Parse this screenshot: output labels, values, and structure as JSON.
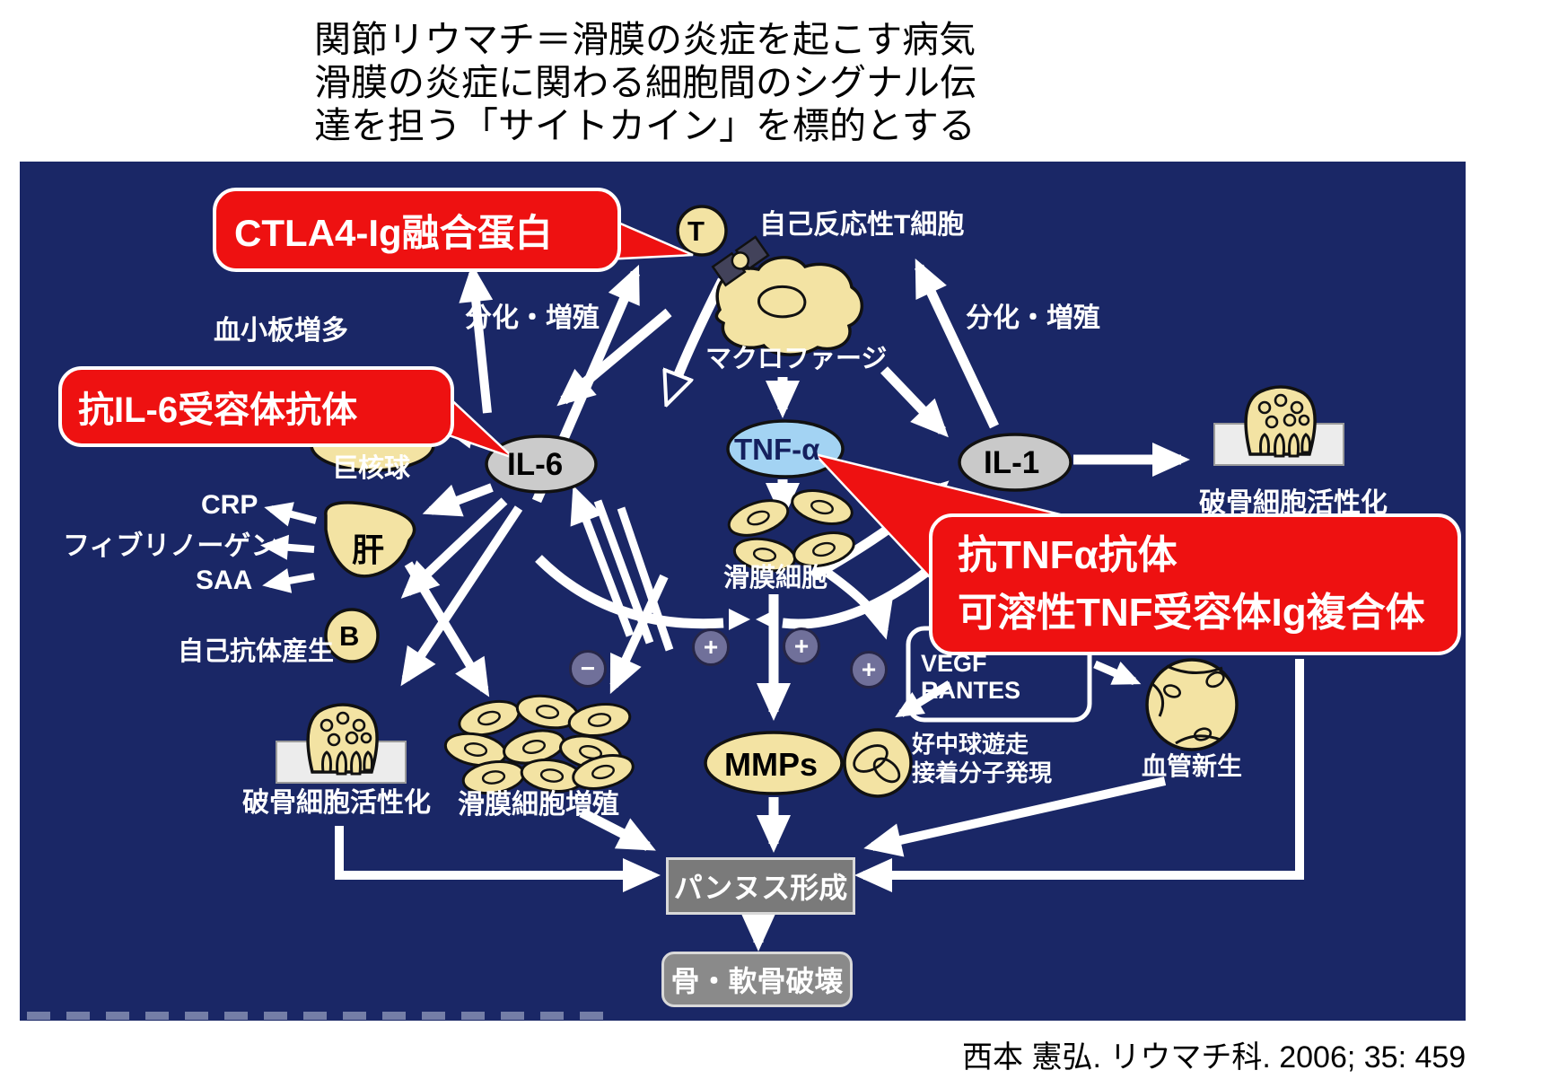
{
  "title": {
    "line1": "関節リウマチ＝滑膜の炎症を起こす病気",
    "line2": "滑膜の炎症に関わる細胞間のシグナル伝",
    "line3": "達を担う「サイトカイン」を標的とする"
  },
  "citation": "西本 憲弘. リウマチ科. 2006; 35: 459",
  "colors": {
    "panel_bg": "#1a2766",
    "callout_red": "#ee1111",
    "cell_yellow": "#f3e3a3",
    "cytokine_gray": "#cbcbcb",
    "tnf_blue": "#a3d3f3",
    "box_gray": "#7a7a7a",
    "arrow_white": "#ffffff"
  },
  "callouts": {
    "ctla4": {
      "text": "CTLA4-Ig融合蛋白"
    },
    "anti_il6": {
      "text": "抗IL-6受容体抗体"
    },
    "anti_tnf": {
      "line1": "抗TNFα抗体",
      "line2": "可溶性TNF受容体Ig複合体"
    }
  },
  "nodes": {
    "t_cell": "T",
    "b_cell": "B",
    "liver": "肝",
    "il6": "IL-6",
    "tnf_alpha": "TNF-α",
    "il1": "IL-1",
    "mmps": "MMPs",
    "vegf": "VEGF",
    "rantes": "RANTES",
    "pannus": "パンヌス形成",
    "bone_destruction": "骨・軟骨破壊"
  },
  "labels": {
    "autoreactive_t": "自己反応性T細胞",
    "macrophage": "マクロファージ",
    "diff_prolif_left": "分化・増殖",
    "diff_prolif_right": "分化・増殖",
    "thrombocytosis": "血小板増多",
    "megakaryocyte": "巨核球",
    "crp": "CRP",
    "fibrinogen": "フィブリノーゲン",
    "saa": "SAA",
    "autoantibody": "自己抗体産生",
    "osteoclast_left": "破骨細胞活性化",
    "synovial_prolif": "滑膜細胞増殖",
    "synovial_cells": "滑膜細胞",
    "osteoclast_right": "破骨細胞活性化",
    "neutrophil_migration": "好中球遊走",
    "adhesion_molecule": "接着分子発現",
    "angiogenesis": "血管新生"
  },
  "signs": {
    "plus": "+",
    "minus": "−"
  }
}
